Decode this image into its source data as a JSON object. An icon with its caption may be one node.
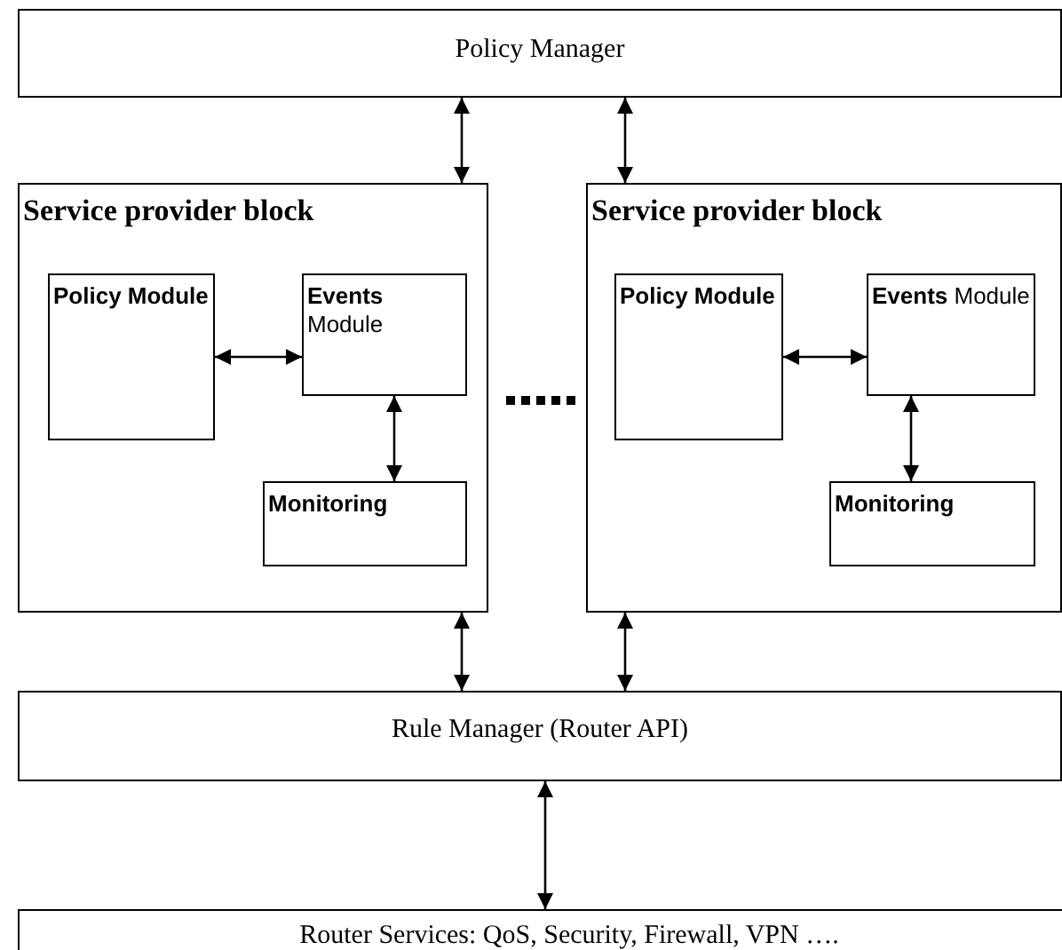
{
  "diagram": {
    "nodes": [
      {
        "text": [
          "Policy Manager"
        ]
      },
      {
        "text": [
          "Service provider block"
        ]
      },
      {
        "text": [
          "Policy Module"
        ],
        "in": 1
      },
      {
        "text": [
          "**Events** Module"
        ],
        "in": 1
      },
      {
        "text": [
          "Monitoring"
        ],
        "in": 1
      },
      {
        "text": [
          "Service provider block"
        ]
      },
      {
        "text": [
          "Policy Module"
        ],
        "in": 5
      },
      {
        "text": [
          "**Events** Module"
        ],
        "in": 5
      },
      {
        "text": [
          "Monitoring"
        ],
        "in": 5
      },
      {
        "text": [
          "Rule Manager (Router API)"
        ]
      },
      {
        "text": [
          "Router Services: QoS, Security, Firewall, VPN …."
        ]
      }
    ],
    "edges": [
      {
        "from": 0,
        "to": 1,
        "arrow": "both"
      },
      {
        "from": 0,
        "to": 5,
        "arrow": "both"
      },
      {
        "from": 2,
        "to": 3,
        "arrow": "both"
      },
      {
        "from": 3,
        "to": 4,
        "arrow": "both"
      },
      {
        "from": 6,
        "to": 7,
        "arrow": "both"
      },
      {
        "from": 7,
        "to": 8,
        "arrow": "both"
      },
      {
        "from": 1,
        "to": 9,
        "arrow": "both"
      },
      {
        "from": 5,
        "to": 9,
        "arrow": "both"
      },
      {
        "from": 9,
        "to": 10,
        "arrow": "both"
      }
    ]
  }
}
